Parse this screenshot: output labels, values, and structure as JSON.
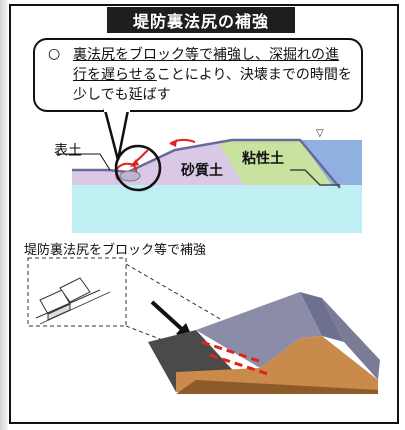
{
  "title": "堤防裏法尻の補強",
  "callout": {
    "bullet": "○",
    "line1_underlined": "裏法尻をブロック等で補強し、深掘れの進",
    "line2_underlined": "行を遅らせる",
    "line2_rest": "ことにより、決壊までの時間を",
    "line3": "少しでも延ばす"
  },
  "labels": {
    "surface_soil": "表土",
    "sandy_soil": "砂質土",
    "cohesive_soil": "粘性土",
    "water_level_mark": "▽",
    "reinforcement_caption": "堤防裏法尻をブロック等で補強"
  },
  "colors": {
    "title_bg": "#1e1e1e",
    "sandy": "#d9c9e6",
    "cohesive": "#c9e2a0",
    "foundation": "#bfeef3",
    "river_water": "#8fb0e0",
    "arrow_red": "#e0241a",
    "dike_slope": "#8b8da8",
    "dike_body": "#c98a4b"
  }
}
